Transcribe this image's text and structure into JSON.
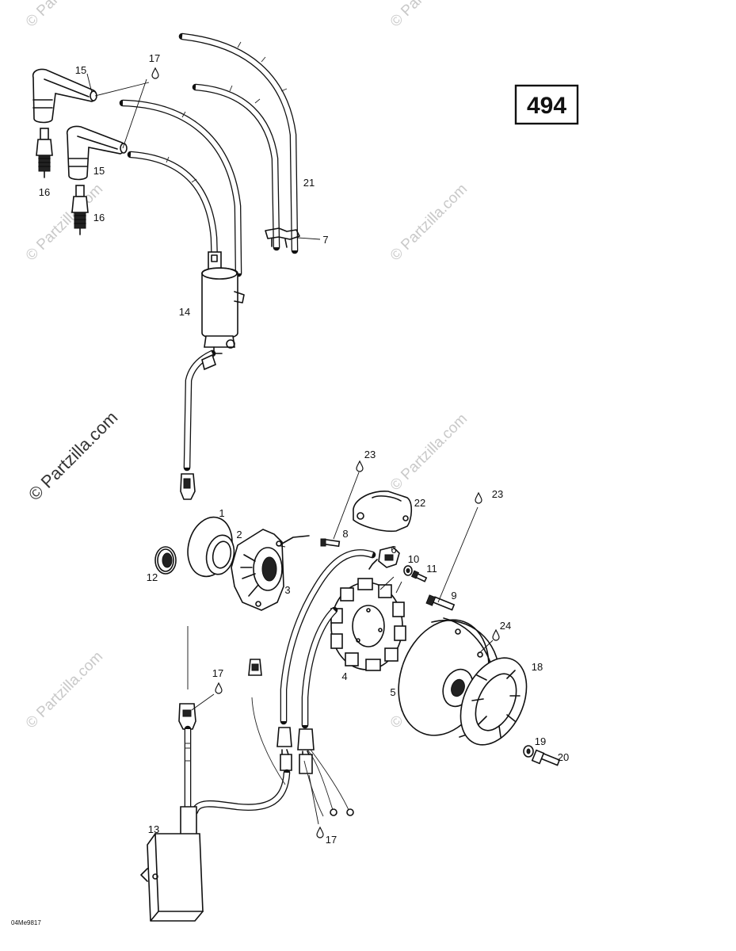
{
  "reference_number": "494",
  "figure_code": "04Me9817",
  "watermark": {
    "main": "© Partzilla.com",
    "repeat": "© Partzilla.com"
  },
  "callouts": [
    "1",
    "2",
    "3",
    "4",
    "5",
    "6",
    "7",
    "8",
    "9",
    "10",
    "11",
    "12",
    "13",
    "14",
    "15",
    "15",
    "16",
    "16",
    "17",
    "17",
    "17",
    "18",
    "19",
    "20",
    "21",
    "22",
    "23",
    "23",
    "24"
  ]
}
